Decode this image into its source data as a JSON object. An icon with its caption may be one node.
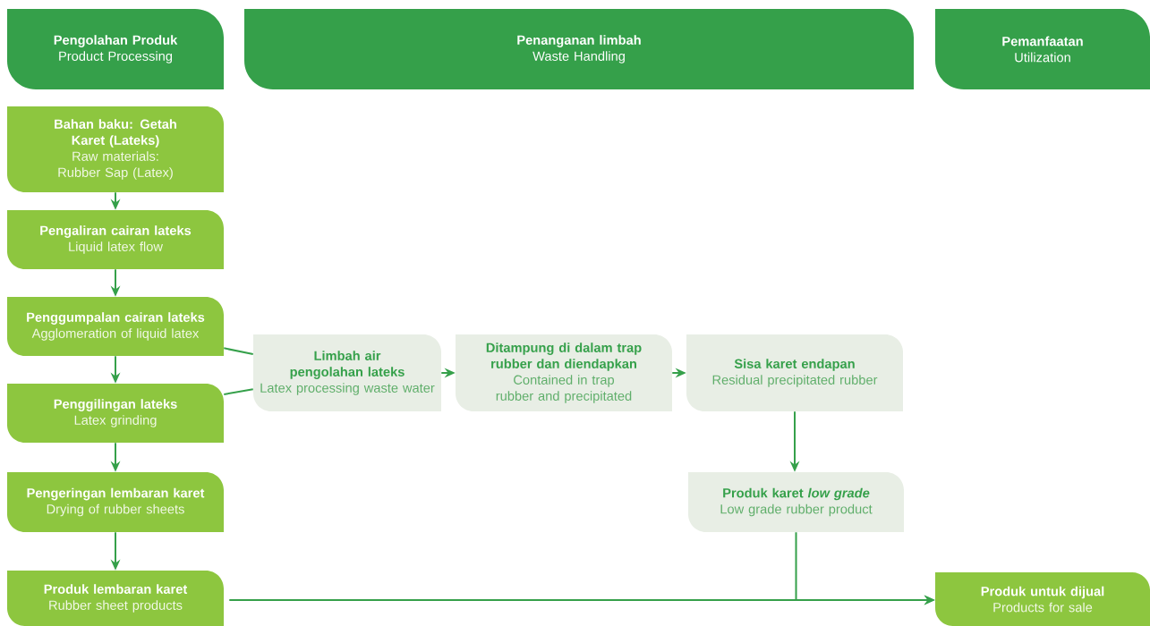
{
  "diagram": {
    "nodes": [
      {
        "text": [
          "Pengolahan Produk",
          "Product Processing"
        ]
      },
      {
        "text": [
          "Penanganan limbah",
          "Waste Handling"
        ]
      },
      {
        "text": [
          "Pemanfaatan",
          "Utilization"
        ]
      },
      {
        "text": [
          "Bahan baku: Getah Karet (Lateks)",
          "Raw materials: Rubber Sap (Latex)"
        ]
      },
      {
        "text": [
          "Pengaliran cairan lateks",
          "Liquid latex flow"
        ]
      },
      {
        "text": [
          "Penggumpalan cairan lateks",
          "Agglomeration of liquid latex"
        ]
      },
      {
        "text": [
          "Penggilingan lateks",
          "Latex grinding"
        ]
      },
      {
        "text": [
          "Pengeringan lembaran karet",
          "Drying of rubber sheets"
        ]
      },
      {
        "text": [
          "Produk lembaran karet",
          "Rubber sheet products"
        ]
      },
      {
        "text": [
          "Limbah air pengolahan lateks",
          "Latex processing waste water"
        ]
      },
      {
        "text": [
          "Ditampung di dalam trap rubber dan diendapkan",
          "Contained in trap rubber and precipitated"
        ]
      },
      {
        "text": [
          "Sisa karet endapan",
          "Residual precipitated rubber"
        ]
      },
      {
        "text": [
          "Produk karet *low grade*",
          "Low grade rubber product"
        ]
      },
      {
        "text": [
          "Produk untuk dijual",
          "Products for sale"
        ]
      }
    ],
    "edges": [
      {
        "from": 3,
        "to": 4,
        "arrow": "to"
      },
      {
        "from": 4,
        "to": 5,
        "arrow": "to"
      },
      {
        "from": 5,
        "to": 6,
        "arrow": "to"
      },
      {
        "from": 6,
        "to": 7,
        "arrow": "to"
      },
      {
        "from": 7,
        "to": 8,
        "arrow": "to"
      },
      {
        "from": 5,
        "to": 9,
        "arrow": "none"
      },
      {
        "from": 6,
        "to": 9,
        "arrow": "none"
      },
      {
        "from": 9,
        "to": 10,
        "arrow": "to"
      },
      {
        "from": 10,
        "to": 11,
        "arrow": "to"
      },
      {
        "from": 11,
        "to": 12,
        "arrow": "to"
      },
      {
        "from": 8,
        "to": 13,
        "arrow": "to"
      },
      {
        "from": 12,
        "to": 13,
        "arrow": "to"
      }
    ]
  }
}
